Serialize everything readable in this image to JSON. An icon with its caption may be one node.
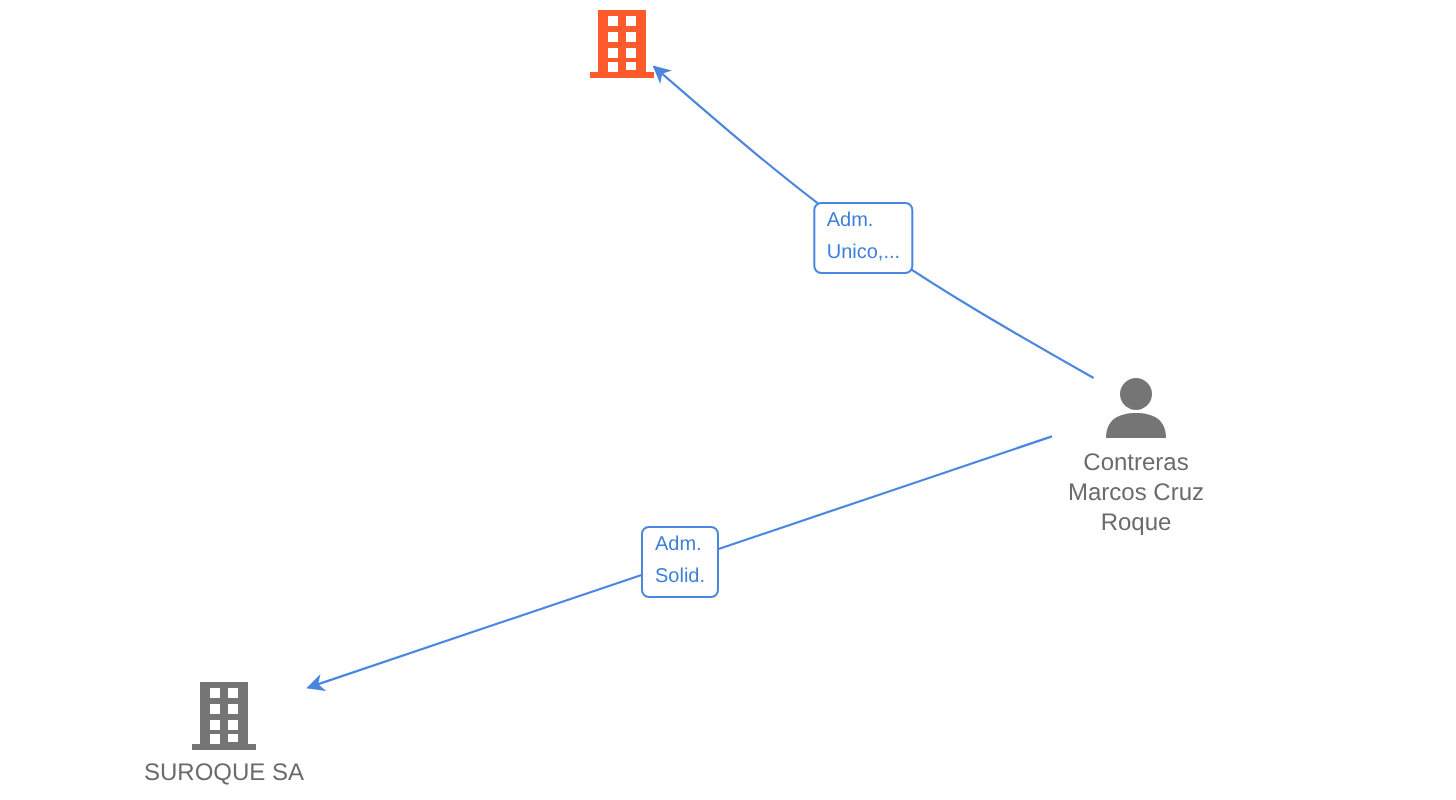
{
  "diagram": {
    "nodes": [
      {
        "text": [],
        "shape": "building"
      },
      {
        "text": [
          "Contreras Marcos Cruz Roque"
        ]
      },
      {
        "text": [
          "SUROQUE SA"
        ]
      }
    ],
    "edges": [
      {
        "from": 1,
        "to": 0,
        "arrow": "to",
        "label": "Adm. Unico,..."
      },
      {
        "from": 1,
        "to": 2,
        "arrow": "to",
        "label": "Adm. Solid."
      }
    ]
  }
}
